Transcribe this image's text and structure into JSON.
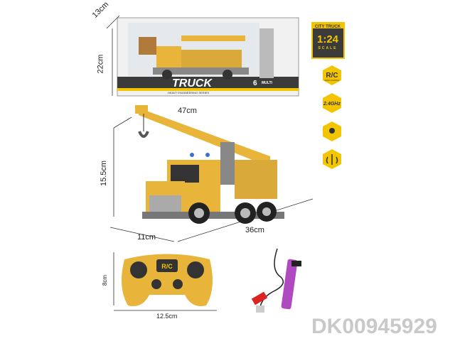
{
  "package": {
    "brand_title": "TRUCK",
    "series": "HEAVY ENGINEERING SERIES",
    "multi_count": "6",
    "multi_label": "MULTI"
  },
  "dimensions": {
    "box_depth": "13cm",
    "box_height": "22cm",
    "truck_length_top": "47cm",
    "truck_height": "15.5cm",
    "truck_width": "11cm",
    "truck_length": "36cm",
    "remote_height": "8cm",
    "remote_width": "12.5cm"
  },
  "badges": {
    "scale_header": "CITY TRUCK",
    "scale_value": "1:24",
    "scale_label": "SCALE",
    "rc": "R/C",
    "rc_sub": "RADIO CONTROL",
    "frequency": "2.4GHz"
  },
  "remote": {
    "label": "R/C"
  },
  "sku": "DK00945929",
  "colors": {
    "yellow": "#f2c500",
    "truck_yellow": "#e8b43a",
    "dark": "#3b3b3b",
    "sku_gray": "#c9c9c9"
  }
}
